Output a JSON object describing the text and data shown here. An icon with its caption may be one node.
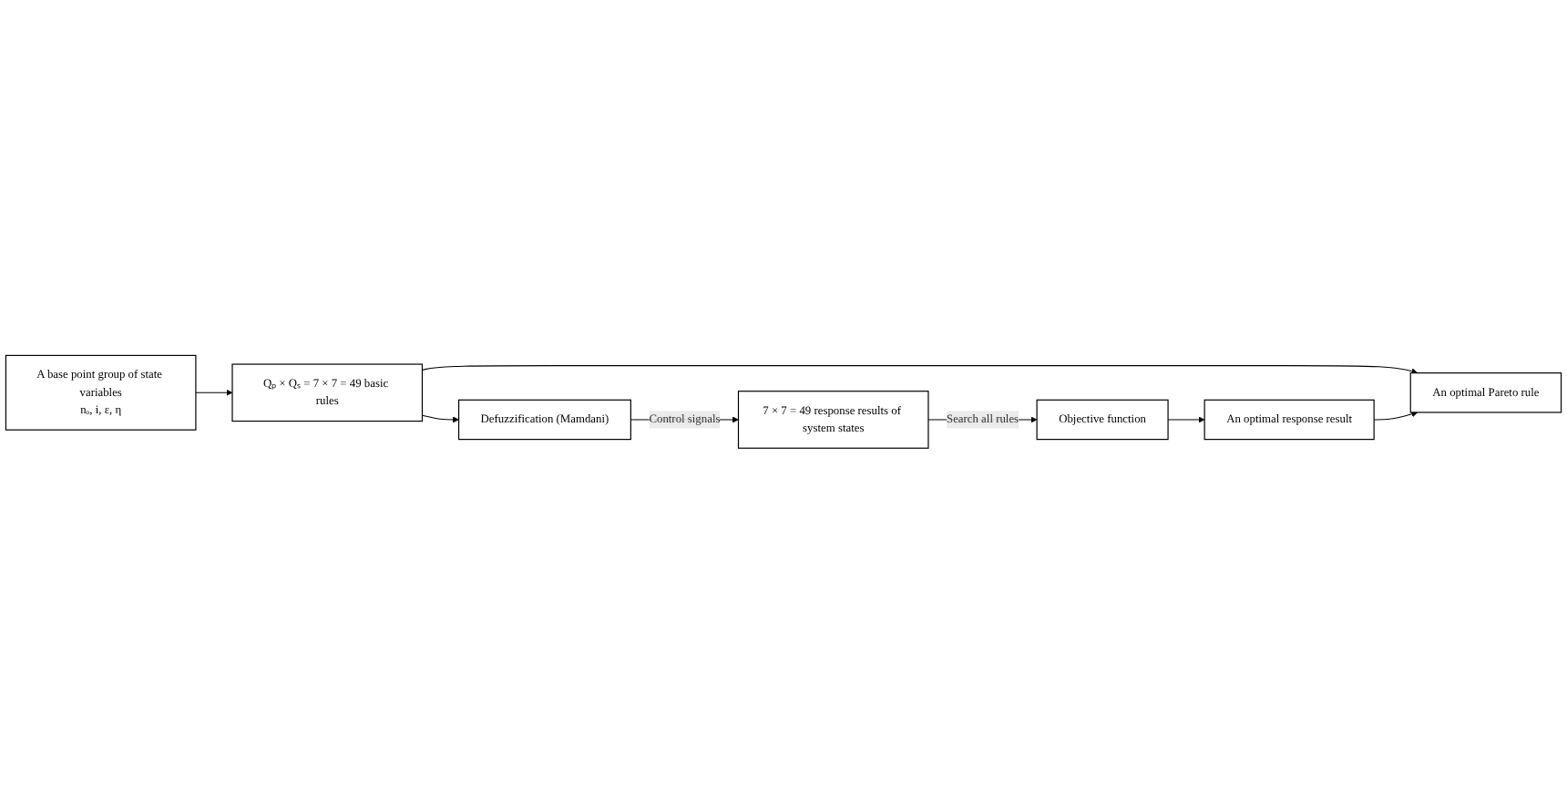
{
  "diagram": {
    "nodes": [
      {
        "text": [
          "A base point group of state variables",
          "nₒ, i, ε, η"
        ]
      },
      {
        "text": [
          "Qₚ × Qₛ = 7 × 7 = 49 basic rules"
        ]
      },
      {
        "text": [
          "Defuzzification (Mamdani)"
        ]
      },
      {
        "text": [
          "An optimal Pareto rule"
        ]
      },
      {
        "text": [
          "7 × 7 = 49 response results of system states"
        ]
      },
      {
        "text": [
          "An optimal response result"
        ]
      },
      {
        "text": [
          "Objective function"
        ]
      }
    ],
    "edges": [
      {
        "from": 0,
        "to": 1,
        "arrow": "to"
      },
      {
        "from": 1,
        "to": 2,
        "arrow": "to"
      },
      {
        "from": 1,
        "to": 3,
        "arrow": "to"
      },
      {
        "from": 2,
        "to": 4,
        "arrow": "to",
        "label": "Control signals"
      },
      {
        "from": 4,
        "to": 6,
        "arrow": "to",
        "label": "Search all rules"
      },
      {
        "from": 6,
        "to": 5,
        "arrow": "to"
      },
      {
        "from": 5,
        "to": 3,
        "arrow": "to"
      }
    ]
  }
}
